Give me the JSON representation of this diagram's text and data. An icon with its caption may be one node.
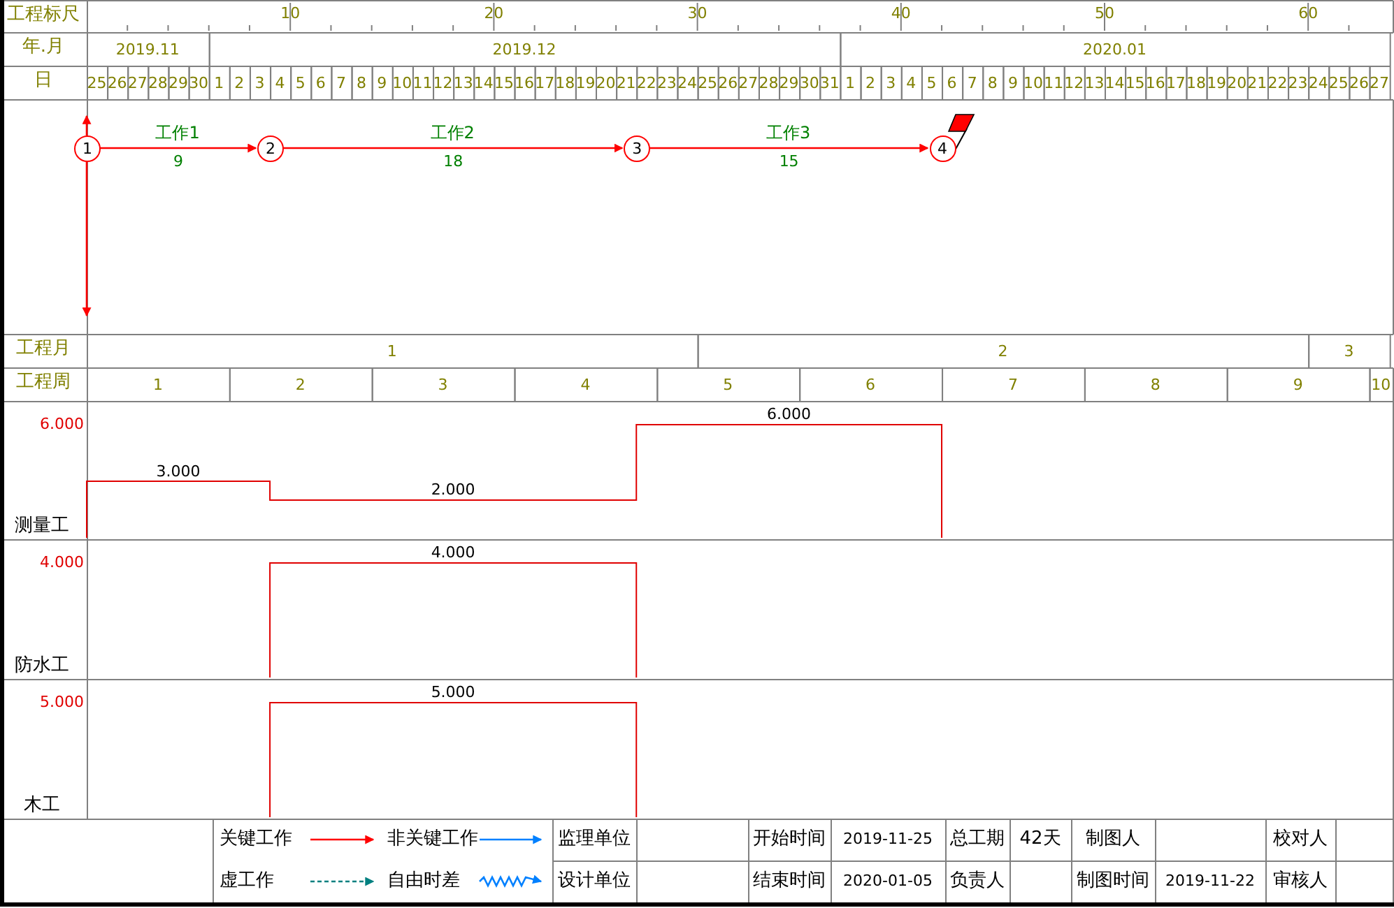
{
  "diagram": {
    "nodes": [
      {
        "text": [
          "1"
        ]
      },
      {
        "text": [
          "2"
        ]
      },
      {
        "text": [
          "3"
        ]
      },
      {
        "text": [
          "4"
        ]
      }
    ],
    "edges": [
      {
        "from": 0,
        "to": 1,
        "arrow": "to",
        "label": "工作1",
        "color": "#ff0000"
      },
      {
        "from": 1,
        "to": 2,
        "arrow": "to",
        "label": "工作2",
        "color": "#ff0000"
      },
      {
        "from": 2,
        "to": 3,
        "arrow": "to",
        "label": "工作3",
        "color": "#ff0000"
      },
      {
        "from": 0,
        "to": null,
        "arrow": "to",
        "color": "#ff0000"
      },
      {
        "from": 0,
        "to": null,
        "arrow": "to",
        "color": "#ff0000"
      }
    ],
    "labels": [
      "工程标尺",
      "10",
      "20",
      "30",
      "40",
      "50",
      "60",
      "年.月",
      "2019.11",
      "2019.12",
      "2020.01",
      "日",
      "25",
      "26",
      "27",
      "28",
      "29",
      "30",
      "1",
      "2",
      "3",
      "4",
      "5",
      "6",
      "7",
      "8",
      "9",
      "10",
      "11",
      "12",
      "13",
      "14",
      "15",
      "16",
      "17",
      "18",
      "19",
      "20",
      "21",
      "22",
      "23",
      "24",
      "25",
      "26",
      "27",
      "28",
      "29",
      "30",
      "31",
      "1",
      "2",
      "3",
      "4",
      "5",
      "6",
      "7",
      "8",
      "9",
      "10",
      "11",
      "12",
      "13",
      "14",
      "15",
      "16",
      "17",
      "18",
      "19",
      "20",
      "21",
      "22",
      "23",
      "24",
      "25",
      "26",
      "27",
      "9",
      "18",
      "15",
      "工程月",
      "1",
      "2",
      "3",
      "工程周",
      "1",
      "2",
      "3",
      "4",
      "5",
      "6",
      "7",
      "8",
      "9",
      "10",
      "6.000",
      "测量工",
      "3.000",
      "2.000",
      "6.000",
      "4.000",
      "防水工",
      "4.000",
      "5.000",
      "木工",
      "5.000",
      "监理单位",
      "开始时间",
      "2019-11-25",
      "总工期",
      "42天",
      "制图人",
      "校对人",
      "设计单位",
      "结束时间",
      "2020-01-05",
      "负责人",
      "制图时间",
      "2019-11-22",
      "审核人"
    ],
    "legend": [
      {
        "text": "关键工作"
      },
      {
        "text": "非关键工作"
      },
      {
        "text": "虚工作"
      },
      {
        "text": "自由时差"
      }
    ]
  }
}
